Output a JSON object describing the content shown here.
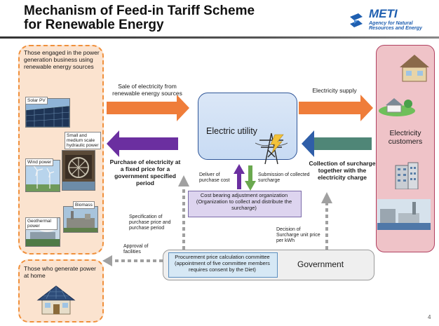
{
  "header": {
    "title_line1": "Mechanism of Feed-in Tariff Scheme",
    "title_line2": "for Renewable Energy",
    "logo_name": "METI",
    "logo_subtitle": "Agency for Natural Resources and Energy"
  },
  "generators": {
    "description": "Those engaged in the power generation business using renewable energy sources",
    "sources": [
      "Solar PV",
      "Small and medium scale hydraulic power",
      "Wind power",
      "Biomass",
      "Geothermal power"
    ]
  },
  "home_generators": {
    "description": "Those who generate power at home"
  },
  "customers": {
    "label": "Electricity customers"
  },
  "utility": {
    "label": "Electric utility"
  },
  "flows": {
    "sale": "Sale of electricity from renewable energy sources",
    "purchase": "Purchase of electricity at a fixed price for a government specified period",
    "supply": "Electricity supply",
    "collection": "Collection of surcharge together with the electricity charge",
    "deliver": "Deliver of purchase cost",
    "submission": "Submission of collected surcharge",
    "specification": "Specification of purchase price and purchase period",
    "approval": "Approval of facilities",
    "decision": "Decision of Surcharge unit price per kWh"
  },
  "cost_org": {
    "title": "Cost bearing adjustment organization",
    "detail": "(Organization to collect and distribute the surcharge)"
  },
  "government": {
    "label": "Government",
    "committee": "Procurement price calculation committee (appointment of five committee members requires consent by the Diet)"
  },
  "page_number": "4",
  "colors": {
    "orange_arrow": "#ef7d3a",
    "purple_arrow": "#6b2fa0",
    "green_arrow": "#6aa84f",
    "blue_arrow": "#2f5ea8",
    "utility_fill": "#d2e1f5",
    "cost_fill": "#ddd4ef",
    "panel_fill": "#fbe3cf",
    "customer_fill": "#efc3c8"
  }
}
